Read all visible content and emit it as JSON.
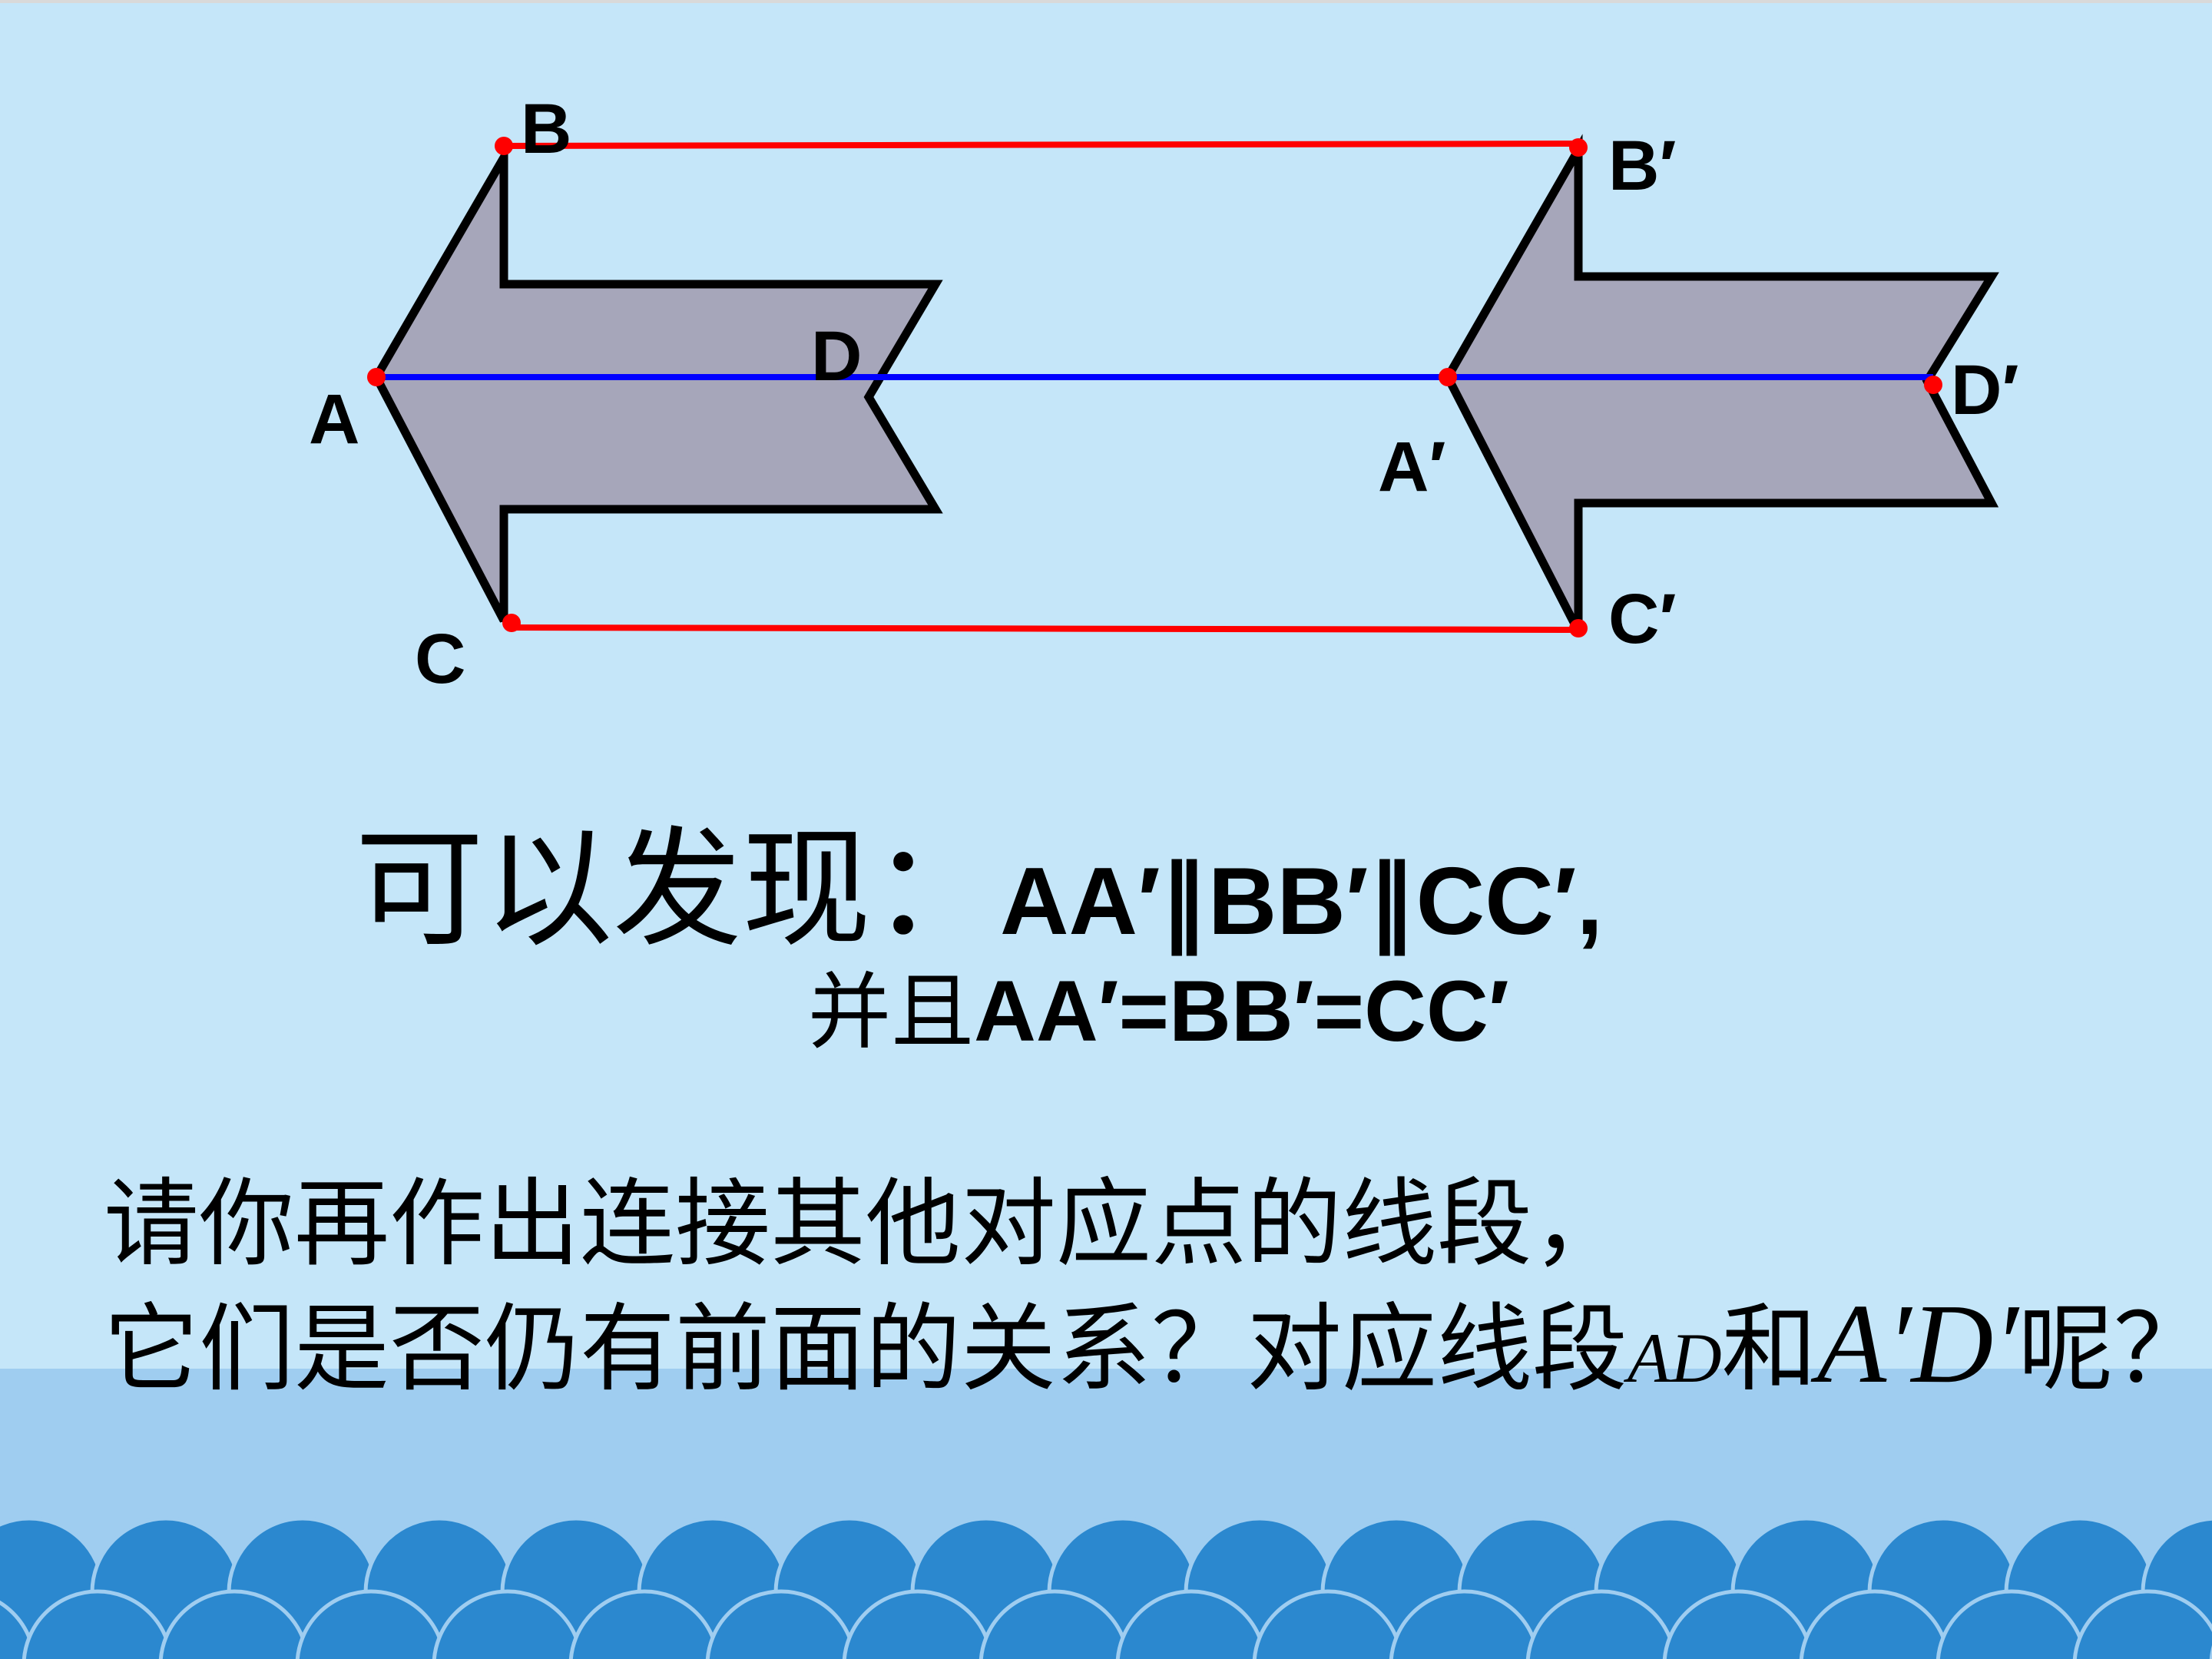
{
  "labels": {
    "A": "A",
    "B": "B",
    "C": "C",
    "D": "D",
    "A_prime": "A′",
    "B_prime": "B′",
    "C_prime": "C′",
    "D_prime": "D′"
  },
  "finding": {
    "lead": "可以发现：",
    "parallel": "AA′∥BB′∥CC′,",
    "and_prefix": "并且",
    "equal": "AA′=BB′=CC′"
  },
  "question": {
    "line1": "请你再作出连接其他对应点的线段，",
    "line2_prefix": "它们是否仍有前面的关系？对应线段",
    "seg1": "AD",
    "mid": "和",
    "seg2": "A′D′",
    "suffix": "呢？"
  },
  "colors": {
    "background": "#c5e6f9",
    "sea": "#9fcdf0",
    "waves": "#2b88cf",
    "arrow_fill": "#a6a6ba",
    "red_lines": "#ff0000",
    "blue_line": "#0000ff"
  }
}
